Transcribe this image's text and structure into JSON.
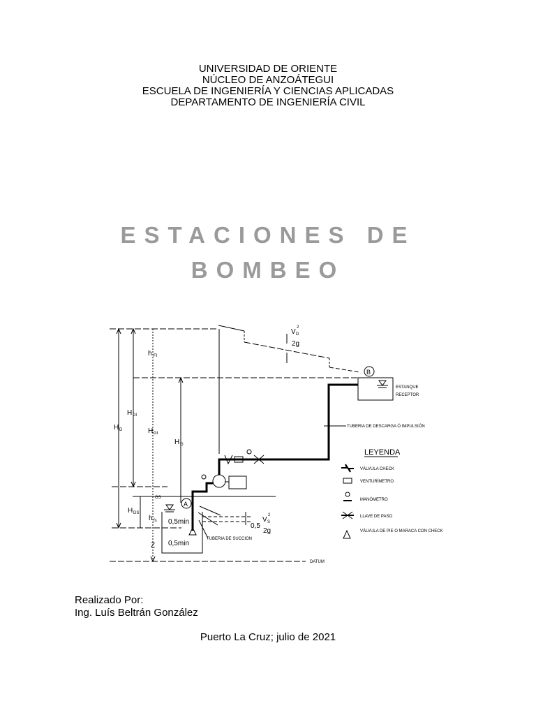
{
  "header": {
    "lines": [
      "UNIVERSIDAD DE ORIENTE",
      "NÚCLEO DE ANZOÁTEGUI",
      "ESCUELA DE INGENIERÍA Y CIENCIAS APLICADAS",
      "DEPARTAMENTO DE INGENIERÍA CIVIL"
    ]
  },
  "title": {
    "line1": "ESTACIONES DE",
    "line2": "BOMBEO"
  },
  "diagram": {
    "labels": {
      "hfi": "h",
      "hfi_sub": "FI",
      "hdi": "H",
      "hdi_sub": "DI",
      "hd": "H",
      "hd_sub": "D",
      "hgi": "H",
      "hgi_sub": "GI",
      "hg": "H",
      "hg_sub": "G",
      "hgs_sub": "GS",
      "hds": "H",
      "hds_sub": "DS",
      "hfs": "h",
      "hfs_sub": "fs",
      "z": "Z",
      "min1": "0,5min",
      "min2": "0,5min",
      "point_a": "A",
      "point_b": "B",
      "velocity_d_num": "V",
      "velocity_d_sub": "D",
      "velocity_d_sup": "2",
      "velocity_den": "2g",
      "velocity_s_coef": "0,5",
      "velocity_s_num": "V",
      "velocity_s_sub": "S",
      "velocity_s_sup": "2",
      "tank_line1": "ESTANQUE",
      "tank_line2": "RECEPTOR",
      "discharge_pipe": "TUBERIA DE DESCARGA Ó IMPULSIÓN",
      "suction_pipe": "TUBERIA DE SUCCION",
      "datum": "DATUM"
    },
    "legend": {
      "title": "LEYENDA",
      "items": [
        "VÁLVULA CHECK",
        "VENTURÍMETRO",
        "MANÓMETRO",
        "LLAVE DE PASO",
        "VÁLVULA DE PIE O MARACA CON CHECK"
      ]
    }
  },
  "author": {
    "label": "Realizado Por:",
    "name": "Ing. Luís Beltrán González"
  },
  "place_date": "Puerto La Cruz; julio de 2021"
}
